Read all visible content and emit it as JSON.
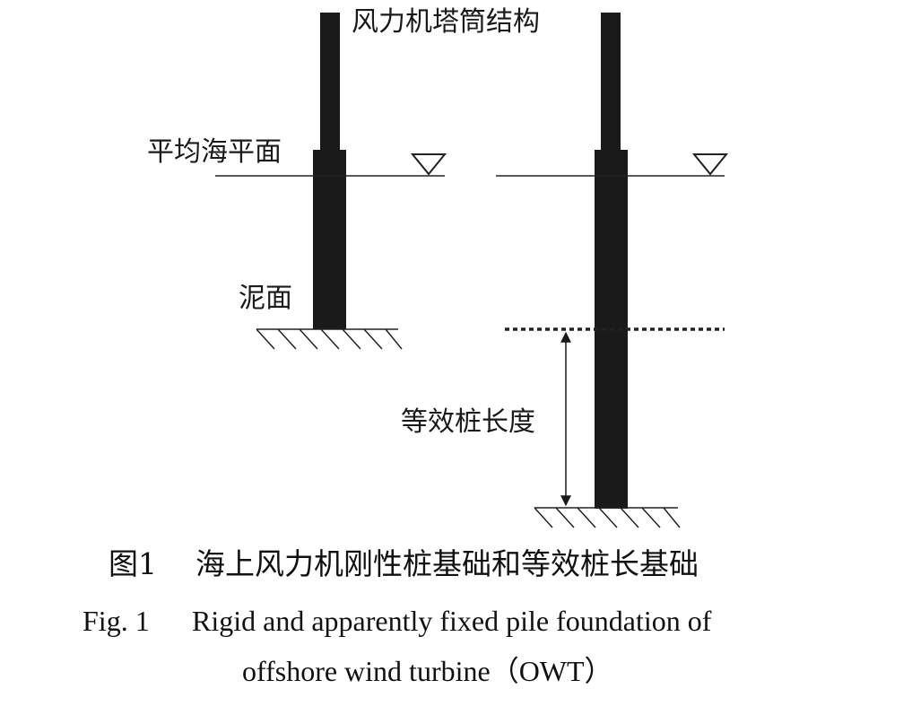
{
  "diagram": {
    "labels": {
      "tower": "风力机塔筒结构",
      "mean_sea_level": "平均海平面",
      "mudline": "泥面",
      "equivalent_pile_length": "等效桩长度"
    },
    "panels": [
      "rigid-pile-foundation",
      "equivalent-fixed-pile-foundation"
    ],
    "colors": {
      "structure": "#1a1a1a",
      "line": "#222222",
      "background": "#ffffff"
    }
  },
  "caption": {
    "zh_number": "图1",
    "zh_text": "海上风力机刚性桩基础和等效桩长基础",
    "en_number": "Fig. 1",
    "en_line1": "Rigid and apparently fixed pile foundation of",
    "en_line2": "offshore wind turbine（OWT）"
  }
}
